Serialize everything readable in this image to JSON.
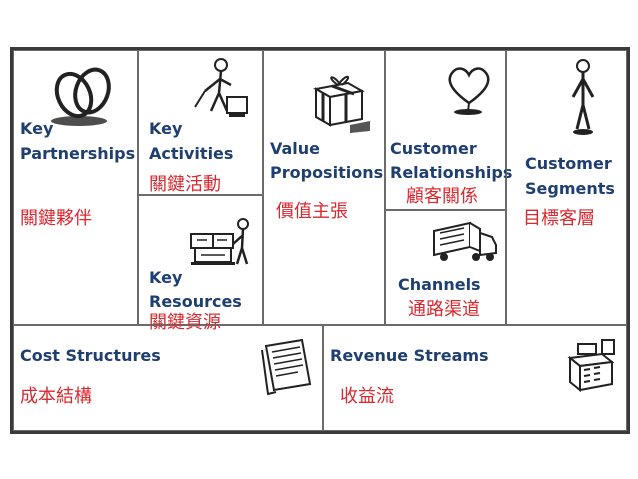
{
  "cells": {
    "key_partnerships": {
      "title_line1": "Key",
      "title_line2": "Partnerships",
      "zh": "關鍵夥伴",
      "icon": "rings-icon"
    },
    "key_activities": {
      "title_line1": "Key",
      "title_line2": "Activities",
      "zh": "關鍵活動",
      "icon": "person-mowing-icon"
    },
    "value_propositions": {
      "title_line1": "Value",
      "title_line2": "Propositions",
      "zh": "價值主張",
      "icon": "gift-box-icon"
    },
    "customer_relationships": {
      "title_line1": "Customer",
      "title_line2": "Relationships",
      "zh": "顧客關係",
      "icon": "heart-icon"
    },
    "customer_segments": {
      "title_line1": "Customer",
      "title_line2": "Segments",
      "zh": "目標客層",
      "icon": "standing-person-icon"
    },
    "key_resources": {
      "title_line1": "Key",
      "title_line2": "Resources",
      "zh": "關鍵資源",
      "icon": "person-with-boxes-icon"
    },
    "channels": {
      "title": "Channels",
      "zh": "通路渠道",
      "icon": "truck-icon"
    },
    "cost_structures": {
      "title": "Cost Structures",
      "zh": "成本結構",
      "icon": "invoice-icon"
    },
    "revenue_streams": {
      "title": "Revenue Streams",
      "zh": "收益流",
      "icon": "cash-register-icon"
    }
  },
  "colors": {
    "title": "#1f3f70",
    "zh": "#d9282f",
    "border": "#3a3a3a"
  }
}
